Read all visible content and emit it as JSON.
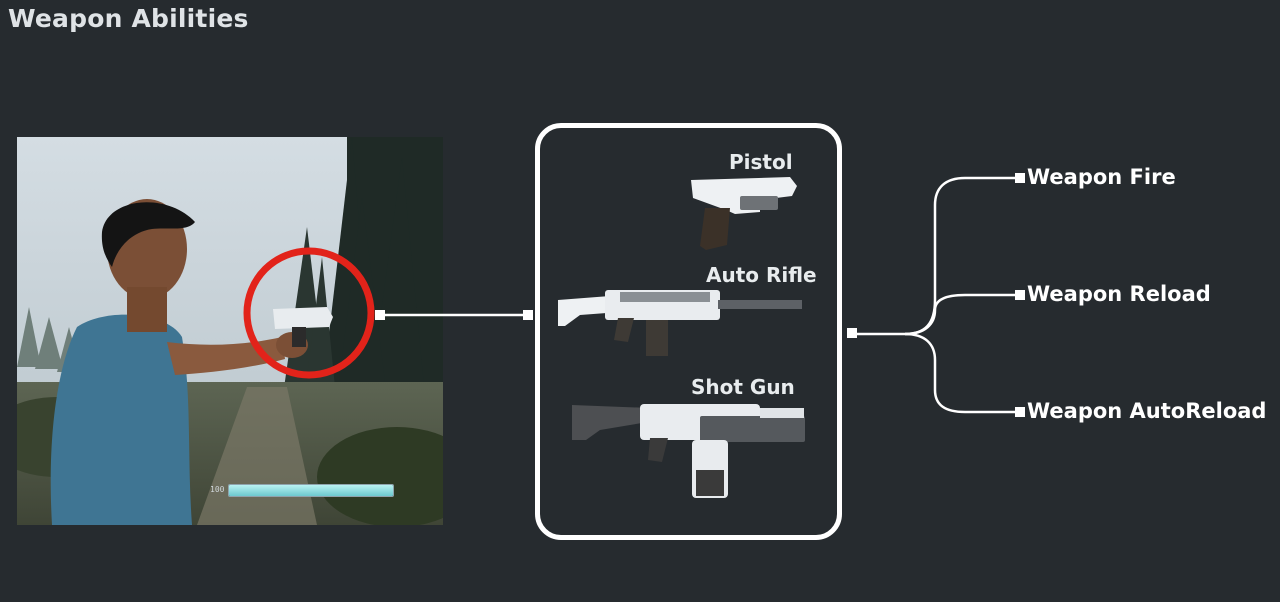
{
  "title": "Weapon Abilities",
  "scene": {
    "hud_readout": "100",
    "hud_fill_percent": 100
  },
  "weapons": [
    {
      "label": "Pistol"
    },
    {
      "label": "Auto Rifle"
    },
    {
      "label": "Shot Gun"
    }
  ],
  "abilities": [
    {
      "label": "Weapon Fire"
    },
    {
      "label": "Weapon Reload"
    },
    {
      "label": "Weapon AutoReload"
    }
  ],
  "colors": {
    "background": "#262b2f",
    "highlight_ring": "#e2231a",
    "connector": "#ffffff"
  }
}
